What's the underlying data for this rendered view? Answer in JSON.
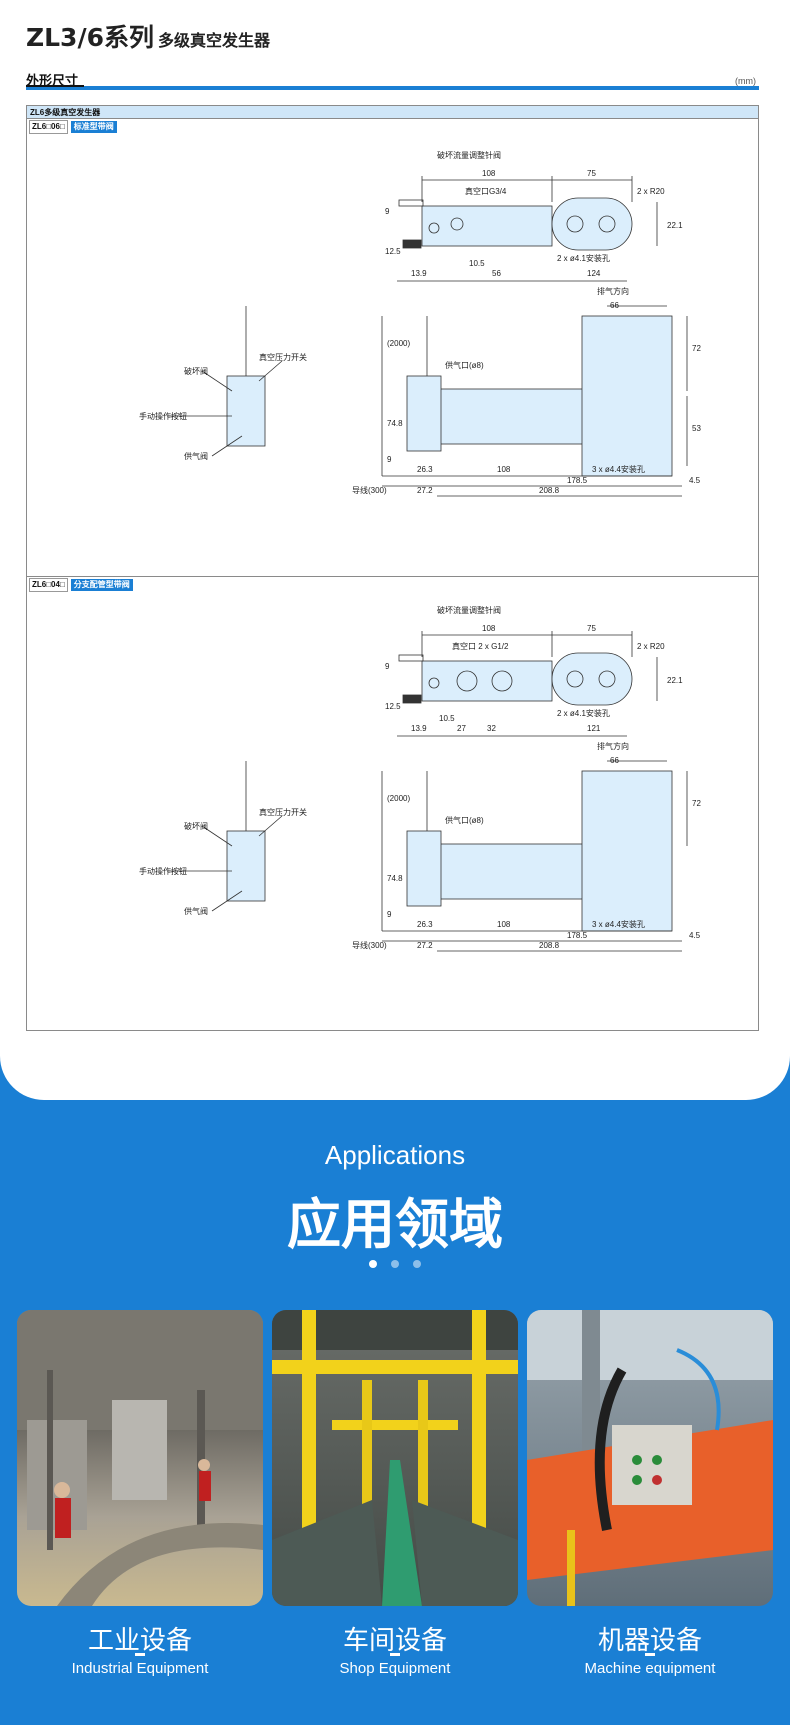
{
  "header": {
    "title_main": "ZL3/6系列",
    "title_sub": "多级真空发生器"
  },
  "section": {
    "label": "外形尺寸",
    "unit": "(mm)"
  },
  "frame": {
    "heading": "ZL6多级真空发生器"
  },
  "variant1": {
    "code": "ZL6□06□",
    "tag": "标准型带阀",
    "labels": {
      "needle": "破坏流量调整针阀",
      "vac_port": "真空口G3/4",
      "mount1": "2 x ø4.1安装孔",
      "r": "2 x R20",
      "exhaust": "排气方向",
      "supply_port": "供气口(ø8)",
      "mount2": "3 x ø4.4安装孔",
      "wire": "导线(300)",
      "break_valve": "破坏阀",
      "pressure_switch": "真空压力开关",
      "manual_btn": "手动操作按钮",
      "supply_valve": "供气阀"
    },
    "dims": {
      "d108": "108",
      "d75": "75",
      "d9": "9",
      "d12_5": "12.5",
      "d22_1": "22.1",
      "d10_5": "10.5",
      "d13_9": "13.9",
      "d56": "56",
      "d124": "124",
      "d66": "66",
      "d2000": "(2000)",
      "d72": "72",
      "d74_8": "74.8",
      "d53": "53",
      "d9b": "9",
      "d26_3": "26.3",
      "d108b": "108",
      "d178_5": "178.5",
      "d4_5": "4.5",
      "d27_2": "27.2",
      "d208_8": "208.8"
    }
  },
  "variant2": {
    "code": "ZL6□04□",
    "tag": "分支配管型带阀",
    "labels": {
      "needle": "破坏流量调整针阀",
      "vac_port": "真空口 2 x G1/2",
      "mount1": "2 x ø4.1安装孔",
      "r": "2 x R20",
      "exhaust": "排气方向",
      "supply_port": "供气口(ø8)",
      "mount2": "3 x ø4.4安装孔",
      "wire": "导线(300)",
      "break_valve": "破坏阀",
      "pressure_switch": "真空压力开关",
      "manual_btn": "手动操作按钮",
      "supply_valve": "供气阀"
    },
    "dims": {
      "d108": "108",
      "d75": "75",
      "d9": "9",
      "d12_5": "12.5",
      "d22_1": "22.1",
      "d10_5": "10.5",
      "d13_9": "13.9",
      "d27": "27",
      "d32": "32",
      "d121": "121",
      "d66": "66",
      "d2000": "(2000)",
      "d72": "72",
      "d74_8": "74.8",
      "d9b": "9",
      "d26_3": "26.3",
      "d108b": "108",
      "d178_5": "178.5",
      "d4_5": "4.5",
      "d27_2": "27.2",
      "d208_8": "208.8"
    }
  },
  "applications": {
    "title_en": "Applications",
    "title_cn": "应用领域",
    "items": [
      {
        "cn": "工业设备",
        "en": "Industrial Equipment"
      },
      {
        "cn": "车间设备",
        "en": "Shop Equipment"
      },
      {
        "cn": "机器设备",
        "en": "Machine equipment"
      }
    ]
  },
  "colors": {
    "brand": "#1a7fd4",
    "part_fill": "#dbeefc",
    "text": "#222222"
  }
}
